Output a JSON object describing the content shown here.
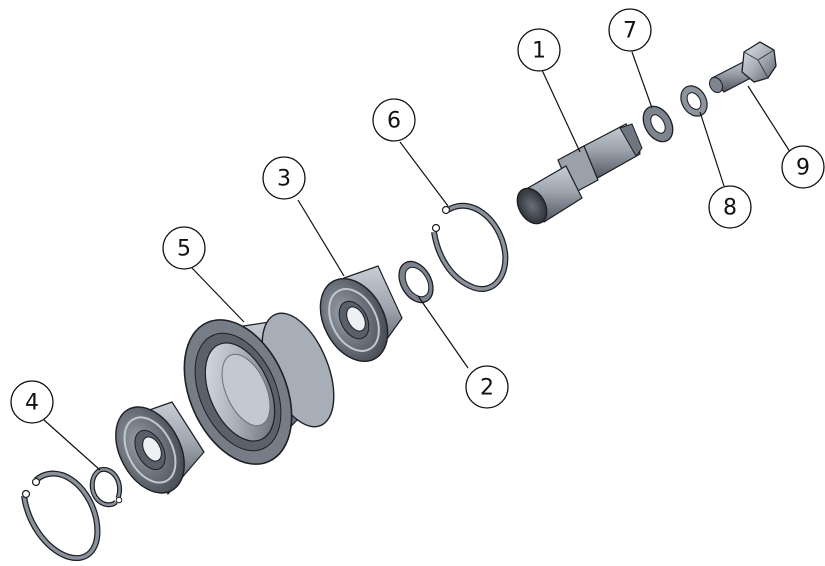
{
  "diagram": {
    "callouts": [
      {
        "id": "c1",
        "label": "1",
        "part": "shaft"
      },
      {
        "id": "c2",
        "label": "2",
        "part": "spacer-ring"
      },
      {
        "id": "c3",
        "label": "3",
        "part": "ball-bearing-upper"
      },
      {
        "id": "c4",
        "label": "4",
        "part": "small-retaining-ring"
      },
      {
        "id": "c5",
        "label": "5",
        "part": "roller-wheel"
      },
      {
        "id": "c6",
        "label": "6",
        "part": "internal-retaining-ring"
      },
      {
        "id": "c7",
        "label": "7",
        "part": "flat-washer"
      },
      {
        "id": "c8",
        "label": "8",
        "part": "lock-washer"
      },
      {
        "id": "c9",
        "label": "9",
        "part": "hex-bolt"
      }
    ],
    "colors": {
      "metal_light": "#c9ced6",
      "metal_mid": "#9aa1ab",
      "metal_dark": "#4b5059",
      "edge": "#1c1f24",
      "callout_stroke": "#111111"
    }
  }
}
